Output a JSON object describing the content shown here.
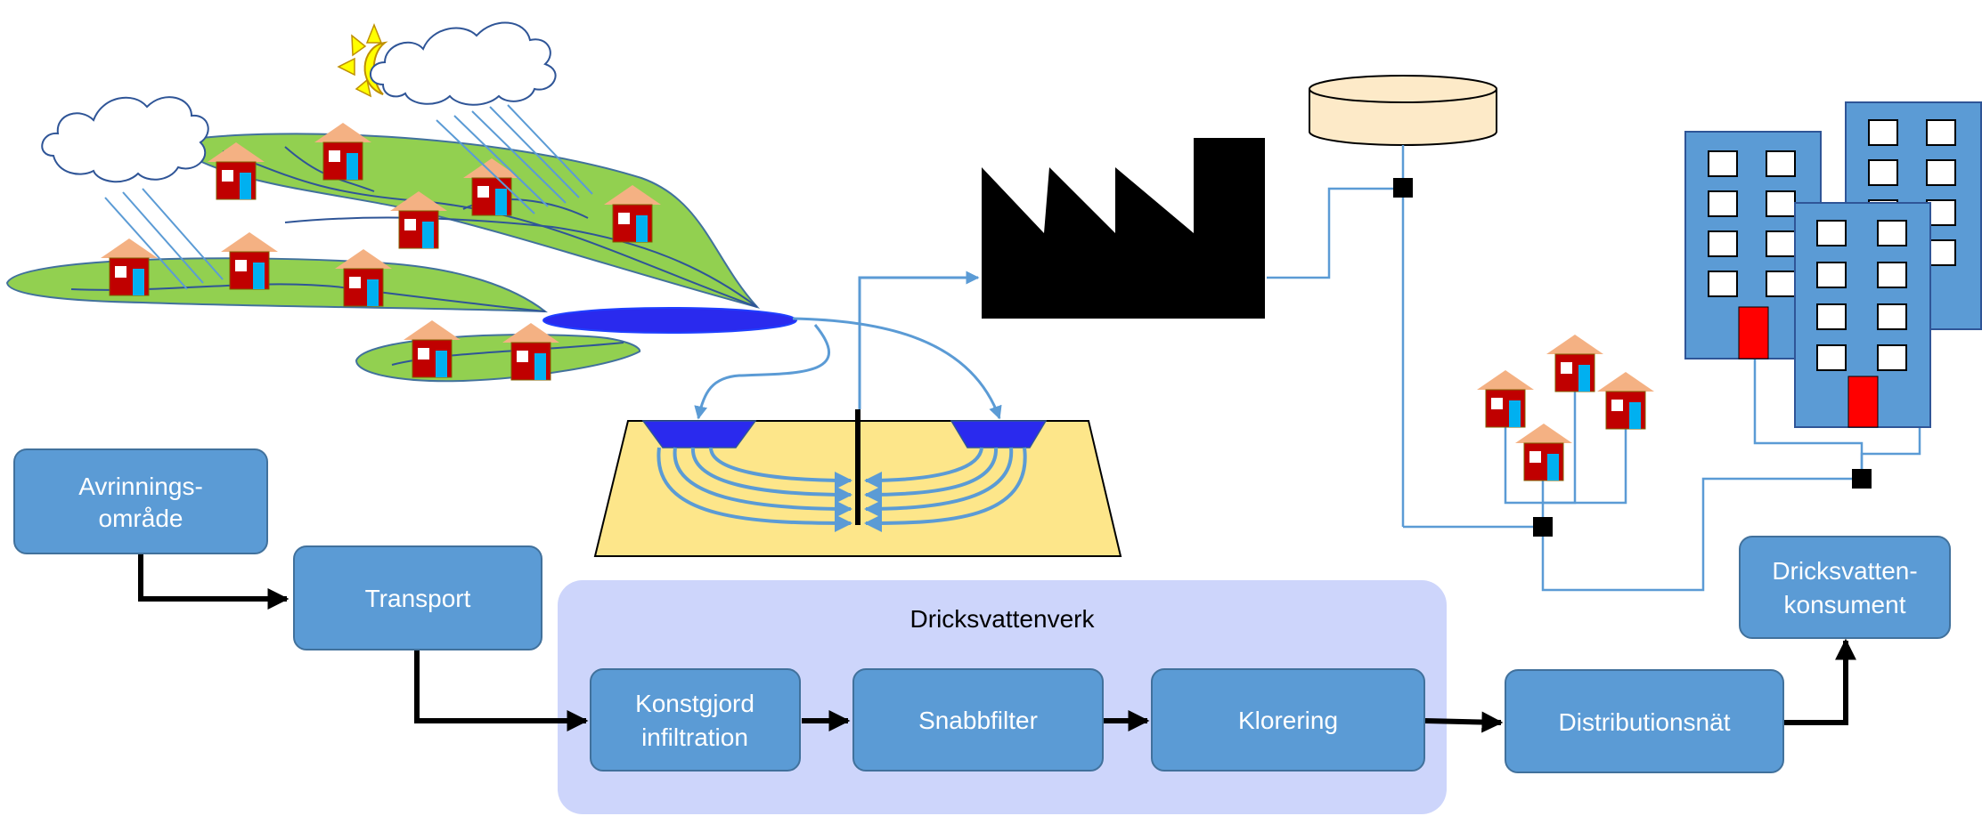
{
  "colors": {
    "box_fill": "#5b9bd5",
    "box_stroke": "#41719c",
    "group_fill": "#cdd5fb",
    "land": "#92d050",
    "sand": "#fde68a",
    "water": "#2a2aee",
    "pipe": "#5b9bd5",
    "house_wall": "#c00000",
    "house_roof": "#f4b183",
    "building": "#5b9bd5",
    "door": "#ff0000",
    "tank": "#fdeac8",
    "sun": "#ffff00"
  },
  "icons": [
    "sun-icon",
    "cloud-icon",
    "rain-icon",
    "house-icon",
    "factory-icon",
    "water-tower-icon",
    "apartment-building-icon",
    "lake-icon",
    "infiltration-basin-icon",
    "well-icon",
    "pipe-junction-icon"
  ],
  "flow": {
    "catchment": "Avrinnings-\nområde",
    "catchment_line1": "Avrinnings-",
    "catchment_line2": "område",
    "transport": "Transport",
    "plant_title": "Dricksvattenverk",
    "infiltration_line1": "Konstgjord",
    "infiltration_line2": "infiltration",
    "rapid_filter": "Snabbfilter",
    "chlorination": "Klorering",
    "distribution": "Distributionsnät",
    "consumer_line1": "Dricksvatten-",
    "consumer_line2": "konsument"
  }
}
